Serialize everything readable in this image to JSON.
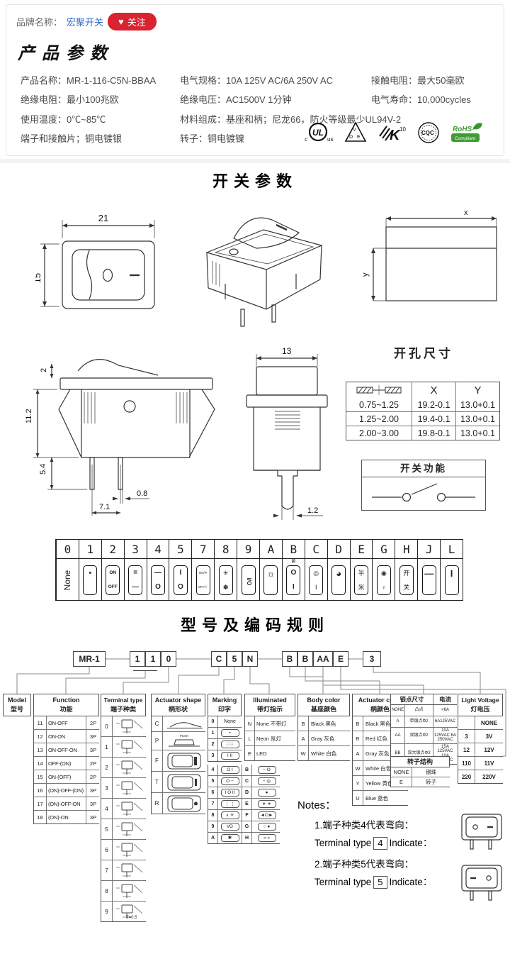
{
  "colors": {
    "accent_red": "#d9232e",
    "link_blue": "#3a6cc8",
    "rohs_green": "#3f9c35",
    "line": "#333333"
  },
  "header": {
    "brand_label": "品牌名称：",
    "brand_name": "宏聚开关",
    "heart_icon": "♥",
    "follow_label": "关注"
  },
  "product_params": {
    "title": "产品参数",
    "specs": [
      "产品名称：MR-1-116-C5N-BBAA",
      "电气规格：10A 125V AC/6A 250V AC",
      "接触电阻：最大50毫欧",
      "绝缘电阻：最小100兆欧",
      "绝缘电压：AC1500V 1分钟",
      "电气寿命：10,000cycles",
      "使用温度：0℃~85℃",
      "材料组成：基座和柄；尼龙66，防火等级最少UL94V-2",
      "端子和接触片；铜电镀银",
      "转子：铜电镀镍"
    ],
    "cert_ul": {
      "c": "c",
      "ul": "UL",
      "us": "us"
    },
    "cert_vde": {
      "v": "V",
      "d": "D",
      "e": "E"
    },
    "cert_k10": {
      "k": "K",
      "n": "10"
    },
    "cert_cqc": {
      "label": "CQC"
    },
    "cert_rohs": {
      "label": "RoHS",
      "sub": "Compliant"
    }
  },
  "sections": {
    "switch_params": "开关参数",
    "model_coding": "型号及编码规则"
  },
  "drawings": {
    "front": {
      "width": "21",
      "height": "15",
      "sym_off": "O",
      "sym_on": "—"
    },
    "side": {
      "d2": "2",
      "d112": "11.2",
      "d54": "5.4",
      "d08": "0.8",
      "d71": "7.1"
    },
    "end": {
      "d13": "13",
      "d12": "1.2"
    },
    "cutout": {
      "x": "x",
      "y": "y"
    }
  },
  "cutout_table": {
    "title": "开孔尺寸",
    "col_x": "X",
    "col_y": "Y",
    "rows": [
      {
        "t": "0.75~1.25",
        "x": "19.2-0.1",
        "y": "13.0+0.1"
      },
      {
        "t": "1.25~2.00",
        "x": "19.4-0.1",
        "y": "13.0+0.1"
      },
      {
        "t": "2.00~3.00",
        "x": "19.8-0.1",
        "y": "13.0+0.1"
      }
    ]
  },
  "function_box": {
    "title": "开关功能"
  },
  "code_strip": {
    "columns": [
      {
        "code": "0",
        "cls": "none",
        "top": "None",
        "bottom": "",
        "above": ""
      },
      {
        "code": "1",
        "cls": "dot",
        "top": "•",
        "bottom": "",
        "above": ""
      },
      {
        "code": "2",
        "cls": "txt",
        "top": "ON",
        "bottom": "OFF",
        "above": ""
      },
      {
        "code": "3",
        "cls": "big",
        "top": "=",
        "bottom": "—",
        "above": ""
      },
      {
        "code": "4",
        "cls": "big",
        "top": "—",
        "bottom": "O",
        "above": ""
      },
      {
        "code": "5",
        "cls": "big",
        "top": "I",
        "bottom": "O",
        "above": ""
      },
      {
        "code": "7",
        "cls": "tiny",
        "top": "ON/☀",
        "bottom": "OFF/☾",
        "above": ""
      },
      {
        "code": "8",
        "cls": "med",
        "top": "✳",
        "bottom": "✽",
        "above": ""
      },
      {
        "code": "9",
        "cls": "rot",
        "top": "I/O",
        "bottom": "",
        "above": ""
      },
      {
        "code": "A",
        "cls": "one",
        "top": "☼",
        "bottom": "",
        "above": ""
      },
      {
        "code": "B",
        "cls": "big",
        "top": "O",
        "bottom": "I",
        "above": "⊠"
      },
      {
        "code": "C",
        "cls": "med",
        "top": "◎",
        "bottom": "I",
        "above": ""
      },
      {
        "code": "D",
        "cls": "one",
        "top": "◕",
        "bottom": "",
        "above": ""
      },
      {
        "code": "E",
        "cls": "med",
        "top": "半",
        "bottom": "米",
        "above": ""
      },
      {
        "code": "G",
        "cls": "med",
        "top": "◉",
        "bottom": "♀",
        "above": ""
      },
      {
        "code": "H",
        "cls": "med",
        "top": "开",
        "bottom": "关",
        "above": ""
      },
      {
        "code": "J",
        "cls": "one",
        "top": "—",
        "bottom": "",
        "above": ""
      },
      {
        "code": "L",
        "cls": "one",
        "top": "I",
        "bottom": "",
        "above": ""
      }
    ]
  },
  "chain": {
    "prefix": "MR-1",
    "d1": "1",
    "d2": "1",
    "d3": "0",
    "c1": "C",
    "c2": "5",
    "c3": "N",
    "b1": "B",
    "b2": "B",
    "b3": "AA",
    "b4": "E",
    "suffix": "3"
  },
  "tables": {
    "model": {
      "en": "Model",
      "zh": "型号"
    },
    "function": {
      "en": "Function",
      "zh": "功能",
      "rows": [
        {
          "code": "11",
          "label": "ON-OFF",
          "poles": "2P"
        },
        {
          "code": "12",
          "label": "ON-ON",
          "poles": "3P"
        },
        {
          "code": "13",
          "label": "ON-OFF-ON",
          "poles": "3P"
        },
        {
          "code": "14",
          "label": "OFF-(ON)",
          "poles": "2P"
        },
        {
          "code": "15",
          "label": "ON-(OFF)",
          "poles": "2P"
        },
        {
          "code": "16",
          "label": "(ON)-OFF-(ON)",
          "poles": "3P"
        },
        {
          "code": "17",
          "label": "(ON)-OFF-ON",
          "poles": "3P"
        },
        {
          "code": "18",
          "label": "(ON)-ON",
          "poles": "3P"
        }
      ]
    },
    "terminal": {
      "en": "Terminal type",
      "zh": "端子种类",
      "note": "T=0.5",
      "rows": [
        {
          "code": "0"
        },
        {
          "code": "1"
        },
        {
          "code": "2"
        },
        {
          "code": "3"
        },
        {
          "code": "4"
        },
        {
          "code": "5"
        },
        {
          "code": "6"
        },
        {
          "code": "7"
        },
        {
          "code": "8"
        },
        {
          "code": "9"
        }
      ]
    },
    "actuator_shape": {
      "en": "Actuator shape",
      "zh": "柄形状",
      "push_label": "PUSH",
      "rows": [
        {
          "code": "C"
        },
        {
          "code": "P"
        },
        {
          "code": "F"
        },
        {
          "code": "T"
        },
        {
          "code": "R"
        }
      ]
    },
    "marking": {
      "en": "Marking",
      "zh": "印字",
      "single_rows": [
        {
          "code": "0",
          "sym": "None",
          "scls": "plain"
        },
        {
          "code": "1",
          "sym": "•",
          "scls": ""
        },
        {
          "code": "2",
          "sym": "∷ ∷",
          "scls": ""
        },
        {
          "code": "3",
          "sym": "I II",
          "scls": ""
        }
      ],
      "pair_rows": [
        {
          "lc": "4",
          "ls": "O I",
          "rc": "B",
          "rs": "− O"
        },
        {
          "lc": "5",
          "ls": "O −",
          "rc": "C",
          "rs": "− ◎"
        },
        {
          "lc": "6",
          "ls": "I O II",
          "rc": "D",
          "rs": "●"
        },
        {
          "lc": "7",
          "ls": "⋮ ⋮",
          "rc": "E",
          "rs": "∗ ∗"
        },
        {
          "lc": "8",
          "ls": "⋏ ✳",
          "rc": "F",
          "rs": "◄O►"
        },
        {
          "lc": "9",
          "ls": "I/O",
          "rc": "G",
          "rs": "○ ●"
        },
        {
          "lc": "A",
          "ls": "✱",
          "rc": "H",
          "rs": "» »"
        }
      ]
    },
    "illuminated": {
      "en": "Illuminated",
      "zh": "带灯指示",
      "rows": [
        {
          "code": "N",
          "label": "None 不带灯"
        },
        {
          "code": "L",
          "label": "Neon 氖灯"
        },
        {
          "code": "E",
          "label": "LED"
        }
      ]
    },
    "body_color": {
      "en": "Body color",
      "zh": "基座颜色",
      "rows": [
        {
          "code": "B",
          "label": "Black 黑色"
        },
        {
          "code": "A",
          "label": "Gray 灰色"
        },
        {
          "code": "W",
          "label": "White 白色"
        }
      ]
    },
    "actuator_color": {
      "en": "Actuator color",
      "zh": "柄颜色",
      "rows": [
        {
          "code": "B",
          "label": "Black 黑色"
        },
        {
          "code": "R",
          "label": "Red 红色"
        },
        {
          "code": "A",
          "label": "Gray 灰色"
        },
        {
          "code": "W",
          "label": "White 白色"
        },
        {
          "code": "Y",
          "label": "Yellow 黄色"
        },
        {
          "code": "U",
          "label": "Blue 蓝色"
        }
      ]
    },
    "silver": {
      "title_size": "银点尺寸",
      "title_current": "电流",
      "rows": [
        {
          "code": "NONE",
          "desc": "凸点",
          "current": "<6A"
        },
        {
          "code": "A",
          "desc": "单银点Φ2",
          "current": "6A125VAC"
        },
        {
          "code": "AA",
          "desc": "双银点Φ2",
          "current": "10A 125VAC 6A 250VAC"
        },
        {
          "code": "BB",
          "desc": "双大银点Φ3",
          "current": "15A 125VAC 10A 250VAC"
        }
      ]
    },
    "rotor": {
      "title": "转子结构",
      "rows": [
        {
          "code": "NONE",
          "label": "钢珠"
        },
        {
          "code": "E",
          "label": "转子"
        }
      ]
    },
    "light_voltage": {
      "en": "Light Voltage",
      "zh": "灯电压",
      "rows": [
        {
          "code": "",
          "label": "NONE"
        },
        {
          "code": "3",
          "label": "3V"
        },
        {
          "code": "12",
          "label": "12V"
        },
        {
          "code": "110",
          "label": "11V"
        },
        {
          "code": "220",
          "label": "220V"
        }
      ]
    }
  },
  "notes": {
    "heading": "Notes：",
    "line1": "1.端子种类4代表弯向：",
    "line2_pre": "Terminal type",
    "line2_code": "4",
    "line2_post": "Indicate：",
    "line3": "2.端子种类5代表弯向：",
    "line4_pre": "Terminal type",
    "line4_code": "5",
    "line4_post": "Indicate："
  }
}
